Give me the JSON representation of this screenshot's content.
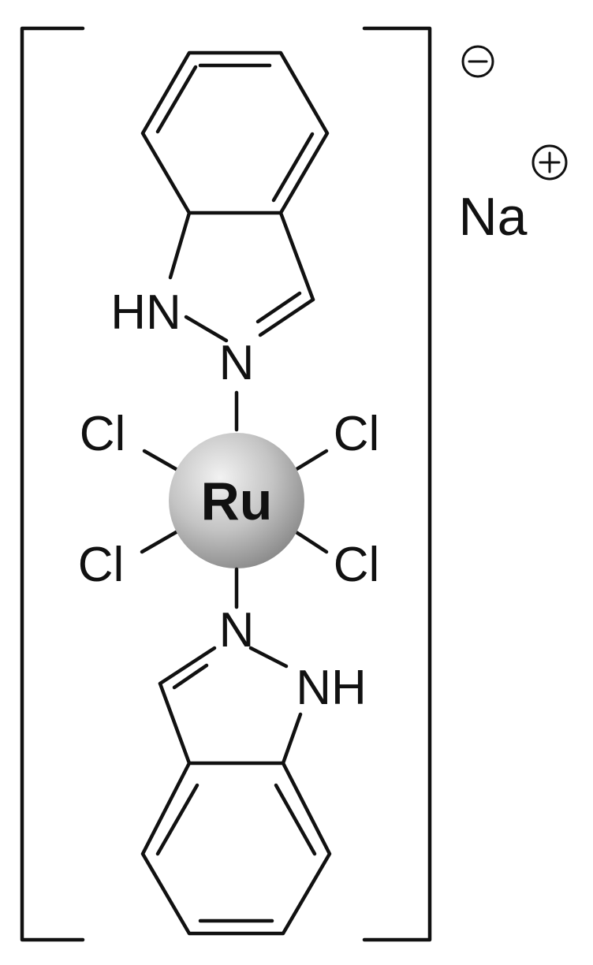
{
  "molecule": {
    "metal_center": "Ru",
    "ligands": {
      "top_indazole": {
        "nh_label": "HN",
        "n_label": "N"
      },
      "bottom_indazole": {
        "nh_label": "NH",
        "n_label": "N"
      },
      "chlorides": [
        "Cl",
        "Cl",
        "Cl",
        "Cl"
      ]
    },
    "anion_charge_symbol": "minus",
    "counterion": {
      "label": "Na",
      "charge_symbol": "plus"
    }
  },
  "colors": {
    "ink": "#111111",
    "ru_sphere_light": "#f2f2f2",
    "ru_sphere_dark": "#8c8c8c"
  }
}
